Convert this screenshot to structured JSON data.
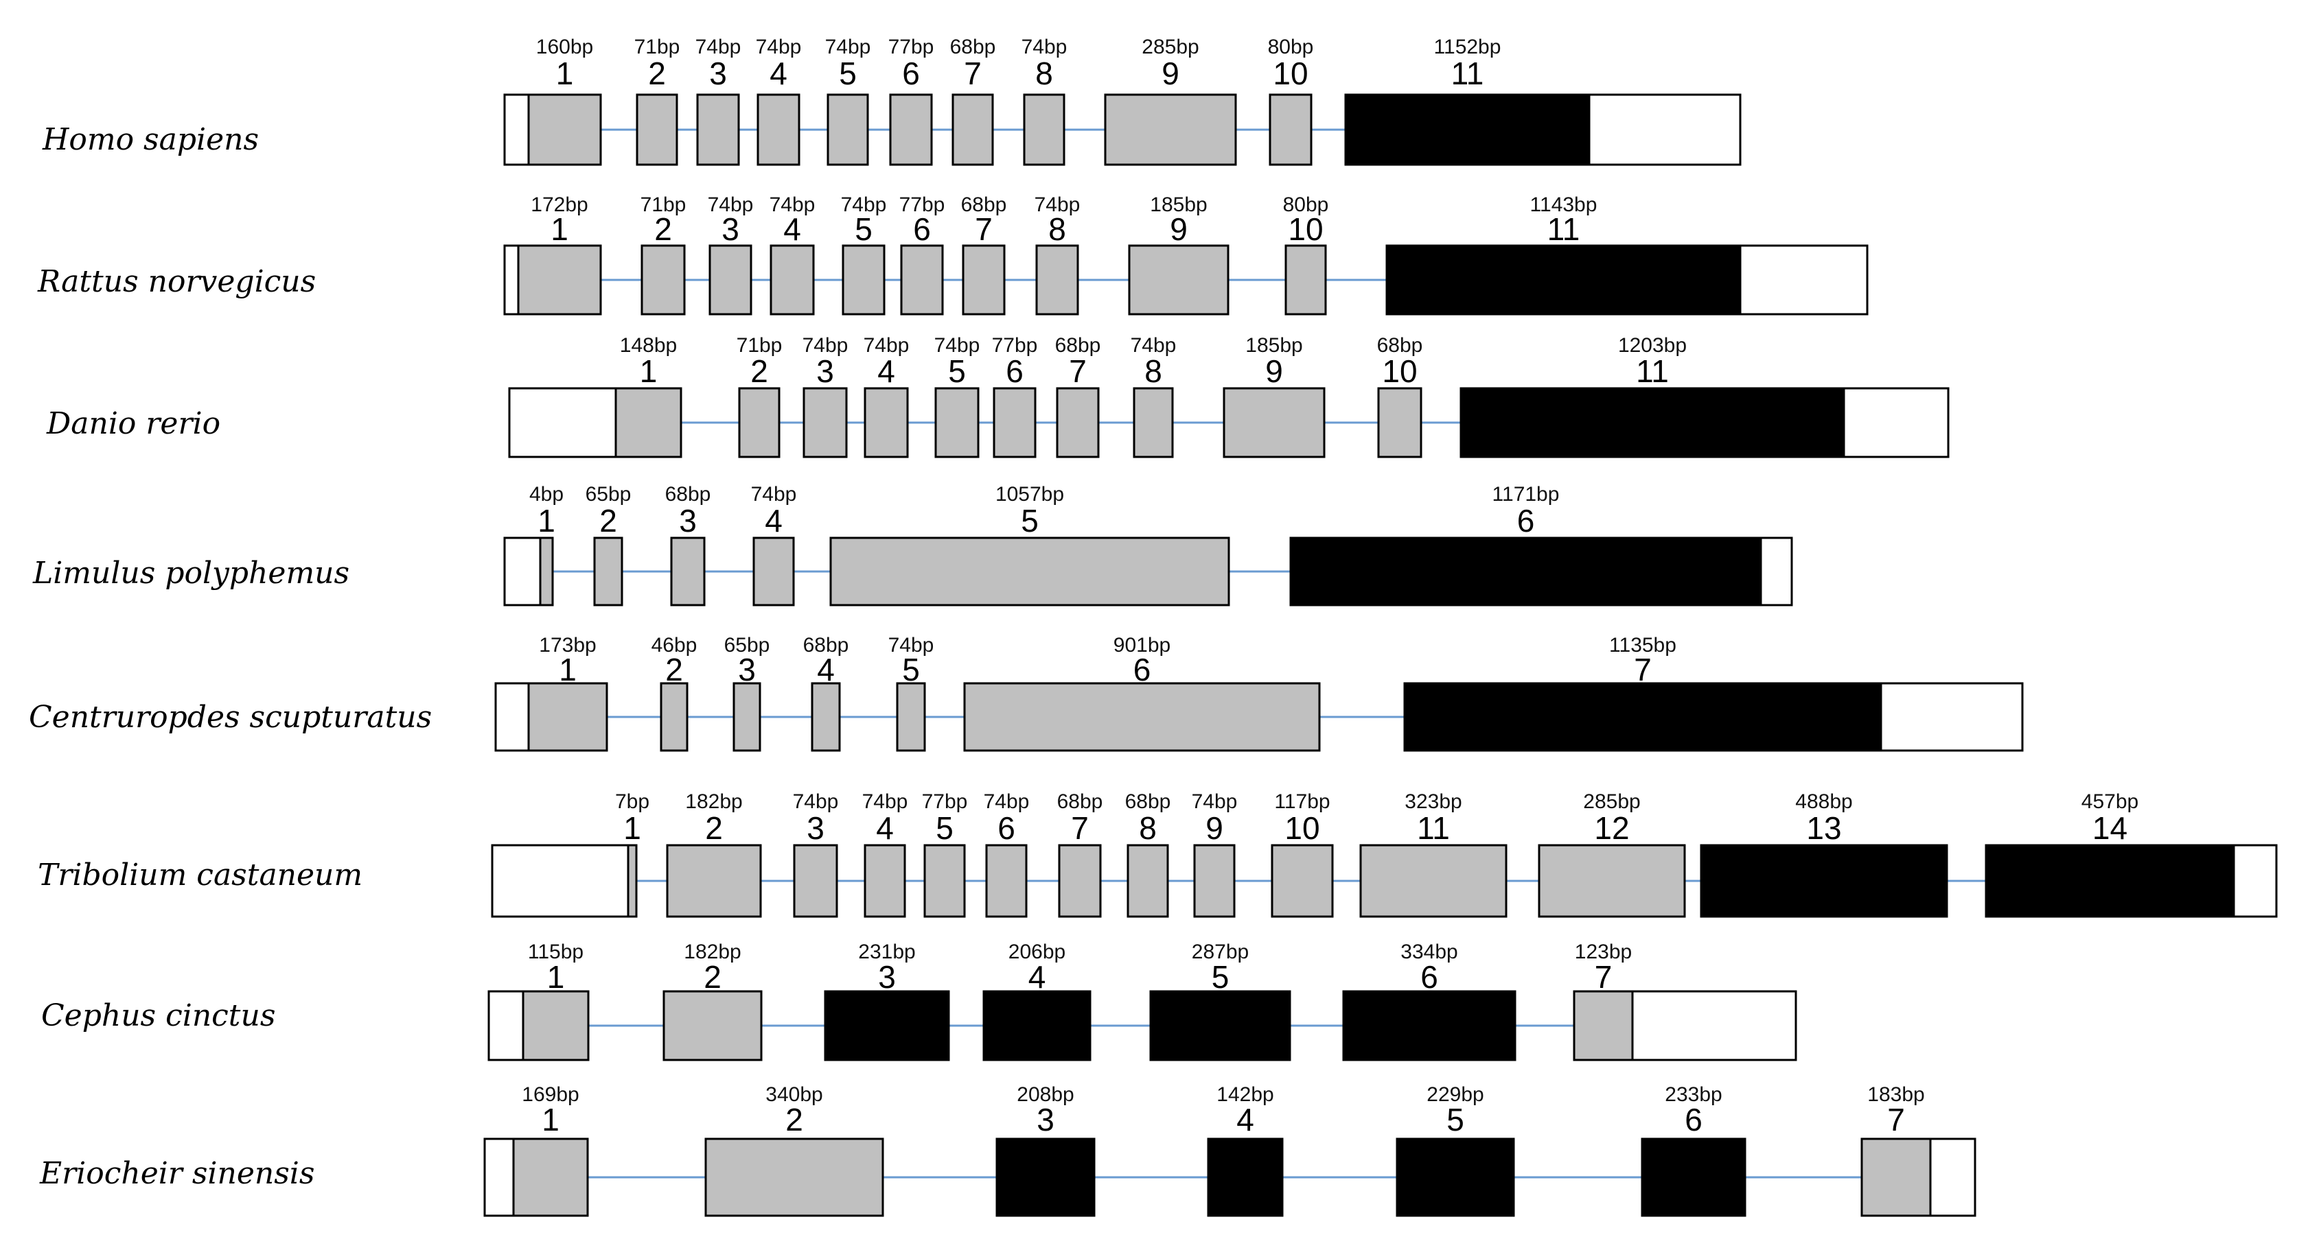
{
  "colors": {
    "coding_gray": "#c0c0c0",
    "coding_black": "#000000",
    "utr_white": "#ffffff",
    "intron_line": "#6a9bd1",
    "outline": "#000000"
  },
  "genes": [
    {
      "species": "Homo sapiens",
      "exons": [
        {
          "num": "1",
          "bp": "160bp",
          "fill": "gray",
          "utr5": true
        },
        {
          "num": "2",
          "bp": "71bp",
          "fill": "gray"
        },
        {
          "num": "3",
          "bp": "74bp",
          "fill": "gray"
        },
        {
          "num": "4",
          "bp": "74bp",
          "fill": "gray"
        },
        {
          "num": "5",
          "bp": "74bp",
          "fill": "gray"
        },
        {
          "num": "6",
          "bp": "77bp",
          "fill": "gray"
        },
        {
          "num": "7",
          "bp": "68bp",
          "fill": "gray"
        },
        {
          "num": "8",
          "bp": "74bp",
          "fill": "gray"
        },
        {
          "num": "9",
          "bp": "285bp",
          "fill": "gray"
        },
        {
          "num": "10",
          "bp": "80bp",
          "fill": "gray"
        },
        {
          "num": "11",
          "bp": "1152bp",
          "fill": "black",
          "utr3": true
        }
      ]
    },
    {
      "species": "Rattus norvegicus",
      "exons": [
        {
          "num": "1",
          "bp": "172bp",
          "fill": "gray",
          "utr5": true
        },
        {
          "num": "2",
          "bp": "71bp",
          "fill": "gray"
        },
        {
          "num": "3",
          "bp": "74bp",
          "fill": "gray"
        },
        {
          "num": "4",
          "bp": "74bp",
          "fill": "gray"
        },
        {
          "num": "5",
          "bp": "74bp",
          "fill": "gray"
        },
        {
          "num": "6",
          "bp": "77bp",
          "fill": "gray"
        },
        {
          "num": "7",
          "bp": "68bp",
          "fill": "gray"
        },
        {
          "num": "8",
          "bp": "74bp",
          "fill": "gray"
        },
        {
          "num": "9",
          "bp": "185bp",
          "fill": "gray"
        },
        {
          "num": "10",
          "bp": "80bp",
          "fill": "gray"
        },
        {
          "num": "11",
          "bp": "1143bp",
          "fill": "black",
          "utr3": true
        }
      ]
    },
    {
      "species": "Danio rerio",
      "exons": [
        {
          "num": "1",
          "bp": "148bp",
          "fill": "gray",
          "utr5": true
        },
        {
          "num": "2",
          "bp": "71bp",
          "fill": "gray"
        },
        {
          "num": "3",
          "bp": "74bp",
          "fill": "gray"
        },
        {
          "num": "4",
          "bp": "74bp",
          "fill": "gray"
        },
        {
          "num": "5",
          "bp": "74bp",
          "fill": "gray"
        },
        {
          "num": "6",
          "bp": "77bp",
          "fill": "gray"
        },
        {
          "num": "7",
          "bp": "68bp",
          "fill": "gray"
        },
        {
          "num": "8",
          "bp": "74bp",
          "fill": "gray"
        },
        {
          "num": "9",
          "bp": "185bp",
          "fill": "gray"
        },
        {
          "num": "10",
          "bp": "68bp",
          "fill": "gray"
        },
        {
          "num": "11",
          "bp": "1203bp",
          "fill": "black",
          "utr3": true
        }
      ]
    },
    {
      "species": "Limulus polyphemus",
      "exons": [
        {
          "num": "1",
          "bp": "4bp",
          "fill": "gray",
          "utr5": true
        },
        {
          "num": "2",
          "bp": "65bp",
          "fill": "gray"
        },
        {
          "num": "3",
          "bp": "68bp",
          "fill": "gray"
        },
        {
          "num": "4",
          "bp": "74bp",
          "fill": "gray"
        },
        {
          "num": "5",
          "bp": "1057bp",
          "fill": "gray"
        },
        {
          "num": "6",
          "bp": "1171bp",
          "fill": "black",
          "utr3": true
        }
      ]
    },
    {
      "species": "Centruropdes scupturatus",
      "exons": [
        {
          "num": "1",
          "bp": "173bp",
          "fill": "gray",
          "utr5": true
        },
        {
          "num": "2",
          "bp": "46bp",
          "fill": "gray"
        },
        {
          "num": "3",
          "bp": "65bp",
          "fill": "gray"
        },
        {
          "num": "4",
          "bp": "68bp",
          "fill": "gray"
        },
        {
          "num": "5",
          "bp": "74bp",
          "fill": "gray"
        },
        {
          "num": "6",
          "bp": "901bp",
          "fill": "gray"
        },
        {
          "num": "7",
          "bp": "1135bp",
          "fill": "black",
          "utr3": true
        }
      ]
    },
    {
      "species": "Tribolium castaneum",
      "exons": [
        {
          "num": "1",
          "bp": "7bp",
          "fill": "gray",
          "utr5": true
        },
        {
          "num": "2",
          "bp": "182bp",
          "fill": "gray"
        },
        {
          "num": "3",
          "bp": "74bp",
          "fill": "gray"
        },
        {
          "num": "4",
          "bp": "74bp",
          "fill": "gray"
        },
        {
          "num": "5",
          "bp": "77bp",
          "fill": "gray"
        },
        {
          "num": "6",
          "bp": "74bp",
          "fill": "gray"
        },
        {
          "num": "7",
          "bp": "68bp",
          "fill": "gray"
        },
        {
          "num": "8",
          "bp": "68bp",
          "fill": "gray"
        },
        {
          "num": "9",
          "bp": "74bp",
          "fill": "gray"
        },
        {
          "num": "10",
          "bp": "117bp",
          "fill": "gray"
        },
        {
          "num": "11",
          "bp": "323bp",
          "fill": "gray"
        },
        {
          "num": "12",
          "bp": "285bp",
          "fill": "gray"
        },
        {
          "num": "13",
          "bp": "488bp",
          "fill": "black"
        },
        {
          "num": "14",
          "bp": "457bp",
          "fill": "black",
          "utr3": true
        }
      ]
    },
    {
      "species": "Cephus cinctus",
      "exons": [
        {
          "num": "1",
          "bp": "115bp",
          "fill": "gray",
          "utr5": true
        },
        {
          "num": "2",
          "bp": "182bp",
          "fill": "gray"
        },
        {
          "num": "3",
          "bp": "231bp",
          "fill": "black"
        },
        {
          "num": "4",
          "bp": "206bp",
          "fill": "black"
        },
        {
          "num": "5",
          "bp": "287bp",
          "fill": "black"
        },
        {
          "num": "6",
          "bp": "334bp",
          "fill": "black"
        },
        {
          "num": "7",
          "bp": "123bp",
          "fill": "gray",
          "utr3": true
        }
      ]
    },
    {
      "species": "Eriocheir sinensis",
      "exons": [
        {
          "num": "1",
          "bp": "169bp",
          "fill": "gray",
          "utr5": true
        },
        {
          "num": "2",
          "bp": "340bp",
          "fill": "gray"
        },
        {
          "num": "3",
          "bp": "208bp",
          "fill": "black"
        },
        {
          "num": "4",
          "bp": "142bp",
          "fill": "black"
        },
        {
          "num": "5",
          "bp": "229bp",
          "fill": "black"
        },
        {
          "num": "6",
          "bp": "233bp",
          "fill": "black"
        },
        {
          "num": "7",
          "bp": "183bp",
          "fill": "gray",
          "utr3": true
        }
      ]
    }
  ]
}
